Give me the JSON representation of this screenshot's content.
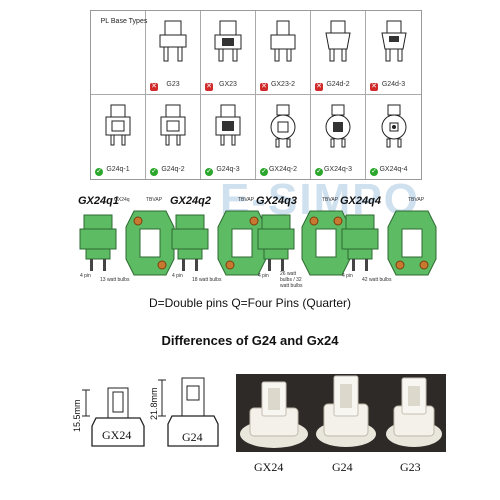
{
  "grid": {
    "header_label": "PL Base Types",
    "row1": [
      {
        "label": "G23",
        "status": "no"
      },
      {
        "label": "GX23",
        "status": "no"
      },
      {
        "label": "GX23-2",
        "status": "no"
      },
      {
        "label": "G24d-2",
        "status": "no"
      },
      {
        "label": "G24d-3",
        "status": "no"
      }
    ],
    "row2": [
      {
        "label": "G24q-1",
        "status": "yes"
      },
      {
        "label": "G24q-2",
        "status": "yes"
      },
      {
        "label": "G24q-3",
        "status": "yes"
      },
      {
        "label": "GX24q-2",
        "status": "yes"
      },
      {
        "label": "GX24q-3",
        "status": "yes"
      },
      {
        "label": "GX24q-4",
        "status": "yes"
      }
    ]
  },
  "watermark": "E-SIMPO",
  "gx_types": [
    {
      "name": "GX24q1",
      "pins": "4 pin",
      "bulbs": "13 watt bulbs",
      "code": "GX24q",
      "view": "TBVAP"
    },
    {
      "name": "GX24q2",
      "pins": "4 pin",
      "bulbs": "18 watt bulbs",
      "code": "",
      "view": "TBVAP"
    },
    {
      "name": "GX24q3",
      "pins": "4 pin",
      "bulbs": "26 watt bulbs / 32 watt bulbs",
      "code": "",
      "view": "TBVAP"
    },
    {
      "name": "GX24q4",
      "pins": "4 pin",
      "bulbs": "42 watt bulbs",
      "code": "",
      "view": "TBVAP"
    }
  ],
  "legend": "D=Double pins Q=Four Pins (Quarter)",
  "differences_title": "Differences of  G24 and Gx24",
  "dimensions": {
    "gx24_height": "15.5mm",
    "g24_height": "21.8mm",
    "gx24_label": "GX24",
    "g24_label": "G24"
  },
  "photo_labels": [
    "GX24",
    "G24",
    "G23"
  ],
  "colors": {
    "green": "#5dbb63",
    "green_dark": "#3d8a42",
    "pin_orange": "#c9782f",
    "photo_bg": "#2e2a28"
  }
}
